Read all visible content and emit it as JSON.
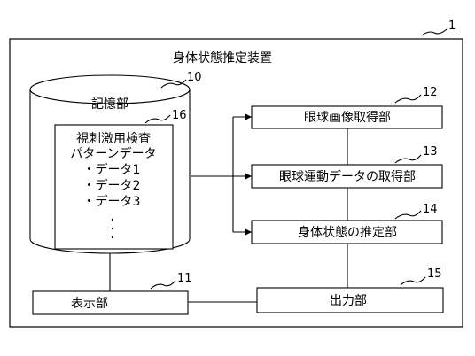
{
  "apparatus": {
    "title": "身体状態推定装置",
    "ref": "1"
  },
  "storage": {
    "label": "記憶部",
    "ref": "10",
    "pattern": {
      "ref": "16",
      "title_line1": "視刺激用検査",
      "title_line2": "パターンデータ",
      "items": [
        "・データ1",
        "・データ2",
        "・データ3"
      ]
    }
  },
  "acquisition": {
    "label": "眼球画像取得部",
    "ref": "12"
  },
  "movement": {
    "label": "眼球運動データの取得部",
    "ref": "13"
  },
  "estimation": {
    "label": "身体状態の推定部",
    "ref": "14"
  },
  "display": {
    "label": "表示部",
    "ref": "11"
  },
  "output": {
    "label": "出力部",
    "ref": "15"
  }
}
